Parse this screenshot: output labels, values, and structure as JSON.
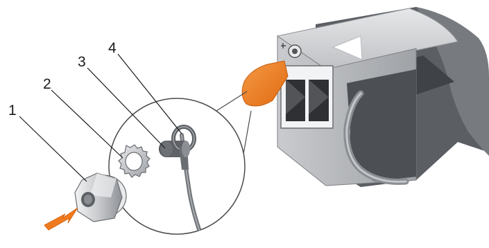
{
  "figure": {
    "callouts": [
      {
        "number": "1",
        "target": "nut"
      },
      {
        "number": "2",
        "target": "lock-washer"
      },
      {
        "number": "3",
        "target": "grounding-post"
      },
      {
        "number": "4",
        "target": "grounding-wire-lug"
      }
    ],
    "colors": {
      "background": "#ffffff",
      "psu_body": "#5b5e63",
      "psu_top": "#d4d6d9",
      "release_tab": "#f07b1f",
      "metal_light": "#d6d8db",
      "metal_dark": "#6a6d71",
      "cable": "#6f7276",
      "leader_line": "#1a1a1a",
      "arrow": "#f07b1f"
    },
    "icons": [
      "ground-symbol-icon",
      "direction-arrow-icon",
      "removal-arrow-icon"
    ]
  }
}
